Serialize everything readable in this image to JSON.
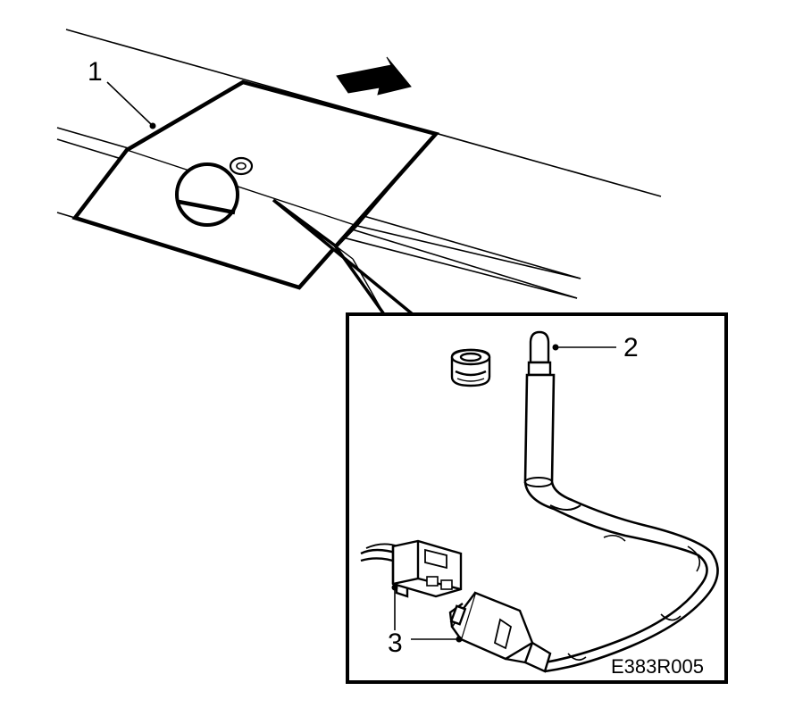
{
  "callouts": {
    "one": "1",
    "two": "2",
    "three": "3"
  },
  "figure_code": "E383R005",
  "colors": {
    "ink": "#000000",
    "paper": "#ffffff",
    "shade": "#cfcfcf"
  }
}
